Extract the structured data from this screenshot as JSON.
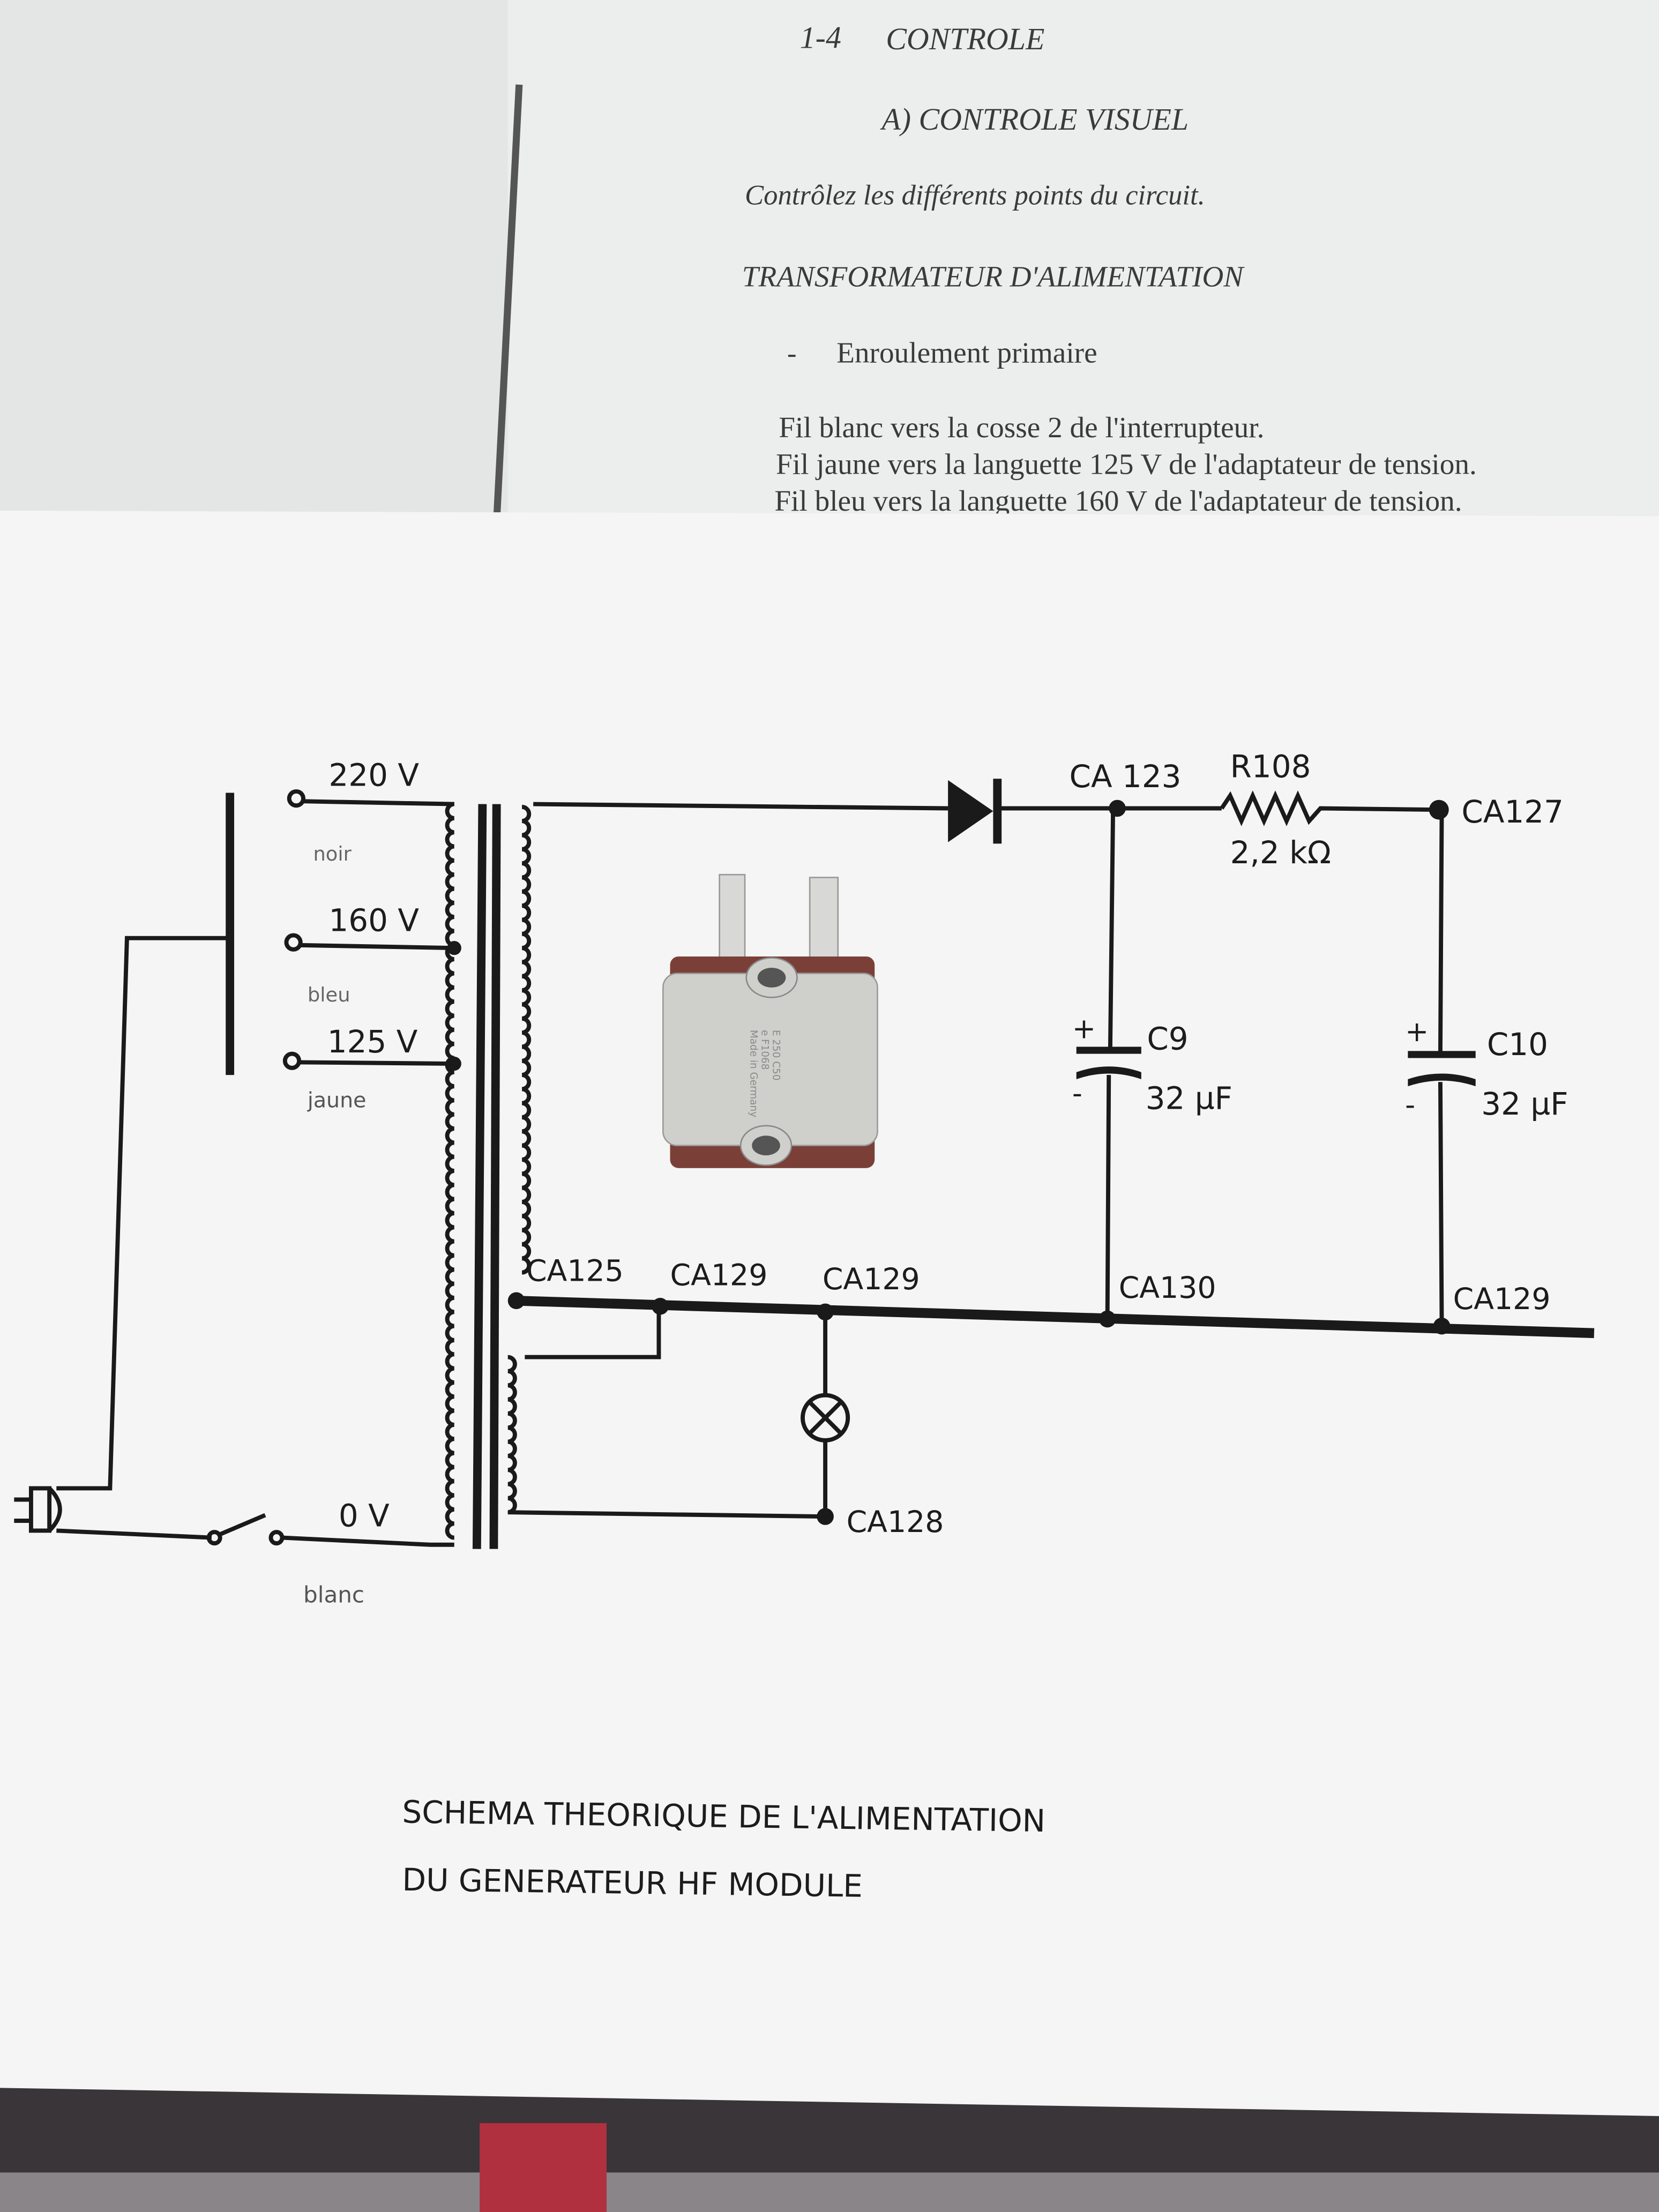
{
  "back_page": {
    "section": "1-4",
    "section_title": "CONTROLE",
    "subsection": "A) CONTROLE VISUEL",
    "intro": "Contrôlez les différents points du circuit.",
    "heading": "TRANSFORMATEUR D'ALIMENTATION",
    "bullet_dash": "-",
    "bullet": "Enroulement primaire",
    "lines": [
      "Fil blanc vers la cosse 2 de l'interrupteur.",
      "Fil jaune vers la languette 125 V de l'adaptateur de tension.",
      "Fil bleu vers la languette 160 V de l'adaptateur de tension."
    ]
  },
  "schematic": {
    "primary_taps": [
      {
        "voltage": "220 V",
        "wire": "noir"
      },
      {
        "voltage": "160 V",
        "wire": "bleu"
      },
      {
        "voltage": "125 V",
        "wire": "jaune"
      },
      {
        "voltage": "0 V",
        "wire": "blanc"
      }
    ],
    "nodes": {
      "ca123": "CA 123",
      "ca127": "CA127",
      "ca125": "CA125",
      "ca129_a": "CA129",
      "ca129_b": "CA129",
      "ca130": "CA130",
      "ca129_c": "CA129",
      "ca128": "CA128"
    },
    "r108": {
      "name": "R108",
      "value": "2,2 kΩ"
    },
    "c9": {
      "name": "C9",
      "value": "32 µF"
    },
    "c10": {
      "name": "C10",
      "value": "32 µF"
    },
    "plus": "+",
    "minus": "-",
    "caption": [
      "SCHEMA THEORIQUE DE L'ALIMENTATION",
      "DU GENERATEUR HF MODULE"
    ]
  },
  "component_marking": [
    "E 250 C50",
    "e F1068",
    "Made in Germany"
  ],
  "colors": {
    "paper": "#f4f5f4",
    "ink": "#1a1a1a",
    "floor": "#3a3538",
    "component_body": "#7a4038",
    "metal": "#cfcfcc"
  }
}
